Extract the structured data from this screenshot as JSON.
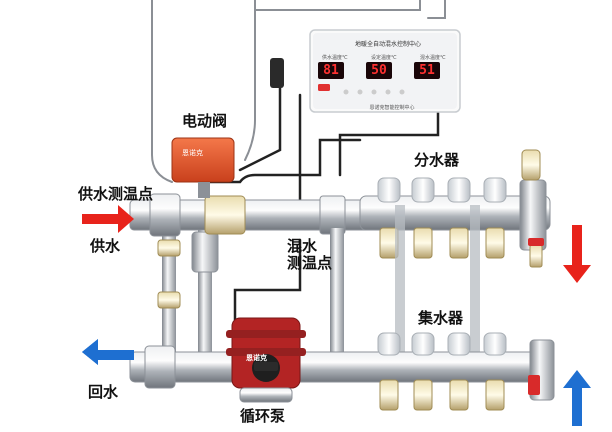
{
  "labels": {
    "electric_valve": "电动阀",
    "supply_temp_point": "供水测温点",
    "supply_water": "供水",
    "mix_temp_line1": "混水",
    "mix_temp_line2": "测温点",
    "distributor": "分水器",
    "collector": "集水器",
    "return_water": "回水",
    "circulation_pump": "循环泵"
  },
  "controller": {
    "title": "地暖全自动混水控制中心",
    "readouts": [
      {
        "value": "81",
        "caption": "供水温度℃"
      },
      {
        "value": "50",
        "caption": "设定温度℃"
      },
      {
        "value": "51",
        "caption": "混水温度℃"
      }
    ],
    "footer": "恩诺克智能控制中心"
  },
  "valve_brand": "恩诺克",
  "pump_brand": "恩诺克",
  "colors": {
    "arrow_red": "#e8231b",
    "arrow_blue": "#1e6fd1",
    "pipe_chrome": "#c9ccd1",
    "valve_orange": "#e8552a",
    "pump_red": "#b32424"
  }
}
